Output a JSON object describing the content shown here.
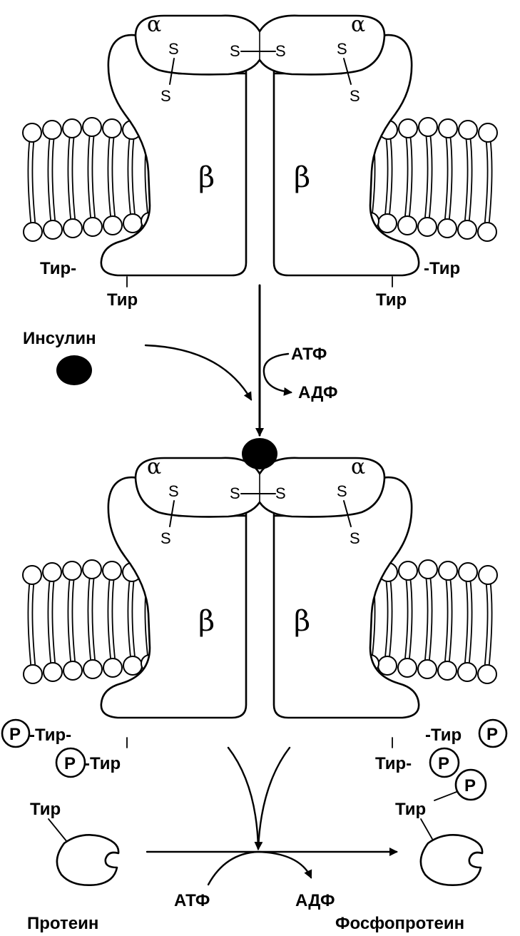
{
  "labels": {
    "alpha": "α",
    "beta": "β",
    "sulfur": "S",
    "tyr_left": "Тир-",
    "tyr_right": "-Тир",
    "tyr": "Тир",
    "tyr_dash_left": "-Тир-",
    "tyr_dash": "-Тир",
    "tyr_dash_right": "Тир-",
    "phosphate": "P",
    "insulin": "Инсулин",
    "atp": "АТФ",
    "adp": "АДФ",
    "protein": "Протеин",
    "phosphoprotein": "Фосфопротеин"
  },
  "colors": {
    "ink": "#000000",
    "paper": "#ffffff"
  }
}
